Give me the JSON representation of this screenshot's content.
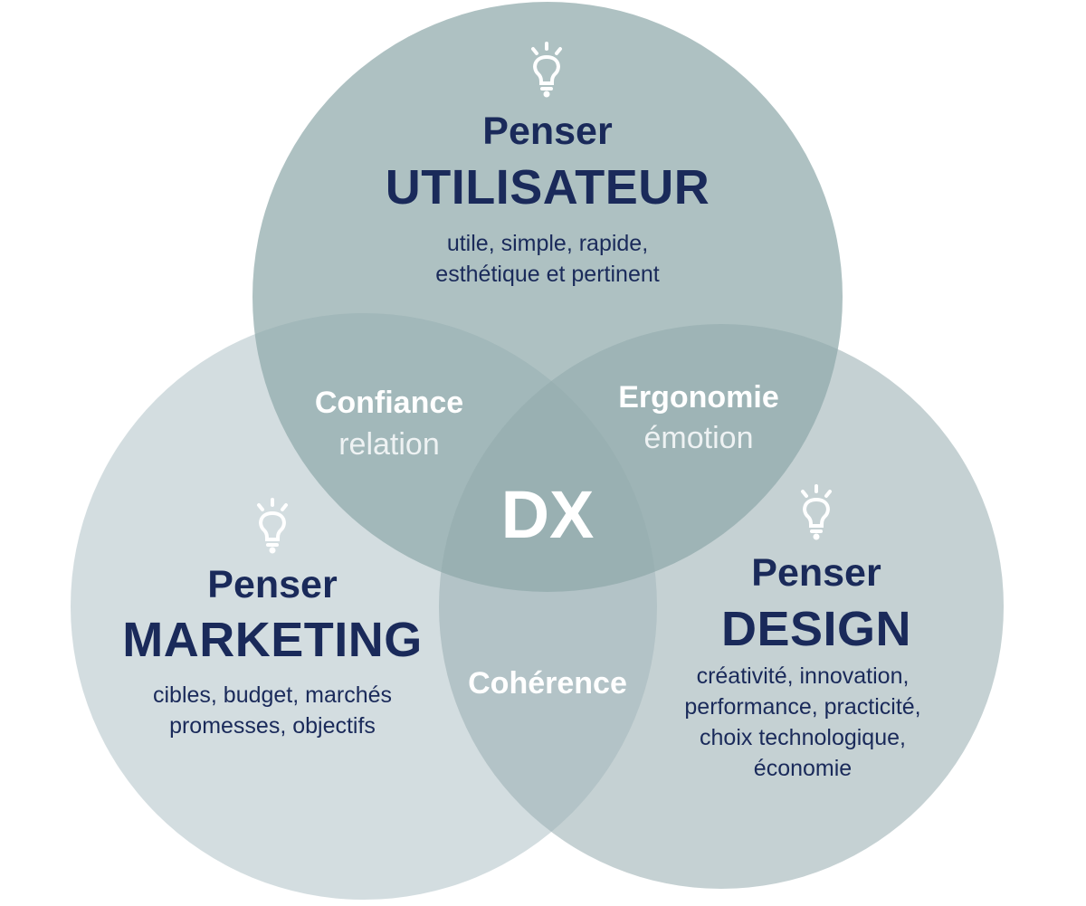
{
  "colors": {
    "circle_top": "#8fa9aa",
    "circle_left": "#a8bcc2",
    "circle_right": "#9fb3b5",
    "heading": "#1a2a5a",
    "overlap_text": "#ffffff"
  },
  "top": {
    "icon": "lightbulb-icon",
    "kicker": "Penser",
    "title": "UTILISATEUR",
    "description": [
      "utile, simple, rapide,",
      "esthétique et pertinent"
    ]
  },
  "left": {
    "icon": "lightbulb-icon",
    "kicker": "Penser",
    "title": "MARKETING",
    "description": [
      "cibles, budget, marchés",
      "promesses, objectifs"
    ]
  },
  "right": {
    "icon": "lightbulb-icon",
    "kicker": "Penser",
    "title": "DESIGN",
    "description": [
      "créativité, innovation,",
      "performance, practicité,",
      "choix technologique,",
      "économie"
    ]
  },
  "overlaps": {
    "top_left": {
      "main": "Confiance",
      "sub": "relation"
    },
    "top_right": {
      "main": "Ergonomie",
      "sub": "émotion"
    },
    "bottom": {
      "main": "Cohérence"
    }
  },
  "center": {
    "label": "DX"
  }
}
